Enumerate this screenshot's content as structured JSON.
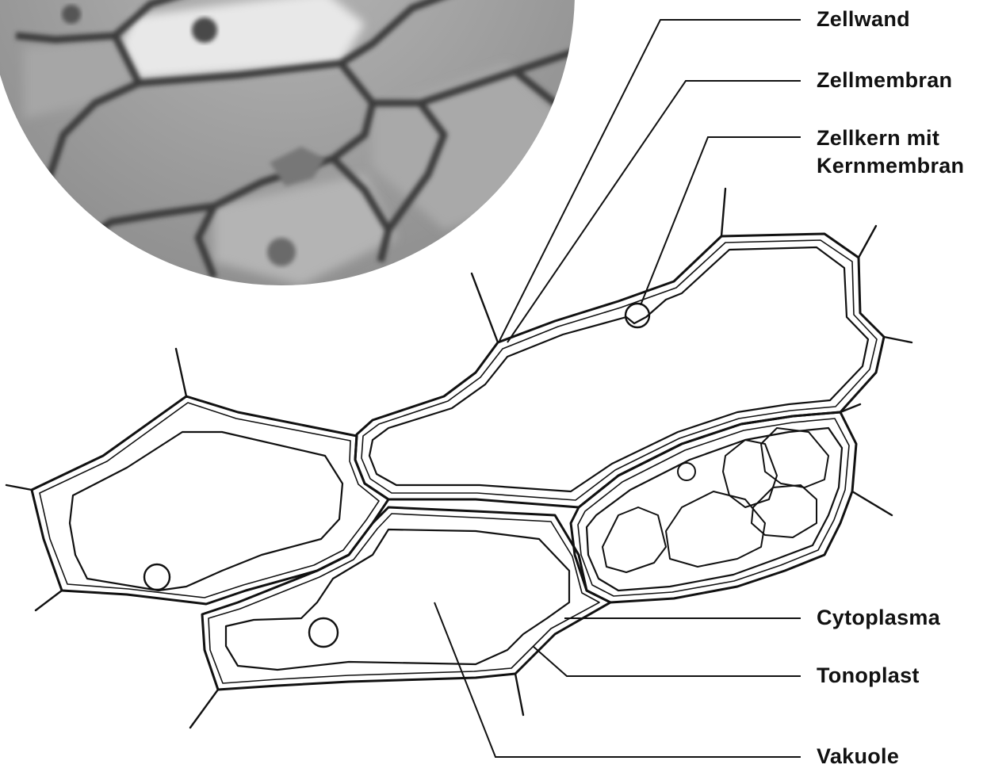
{
  "labels": {
    "zellwand": "Zellwand",
    "zellmembran": "Zellmembran",
    "zellkern_line1": "Zellkern mit",
    "zellkern_line2": "Kernmembran",
    "cytoplasma": "Cytoplasma",
    "tonoplast": "Tonoplast",
    "vakuole": "Vakuole"
  },
  "colors": {
    "ink": "#111111",
    "micrograph_dark": "#3a3a3a",
    "micrograph_light": "#bdbdbd"
  }
}
